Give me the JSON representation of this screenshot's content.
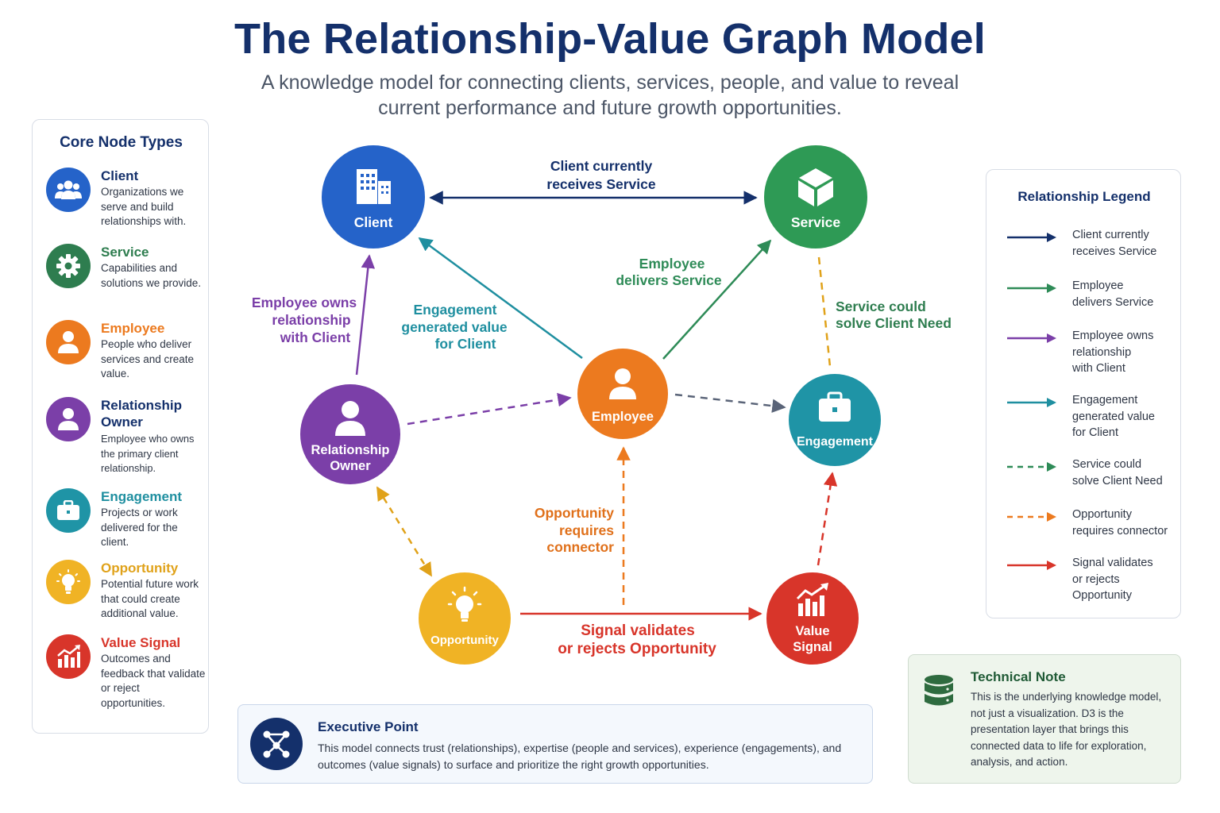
{
  "header": {
    "title": "The Relationship-Value Graph Model",
    "subtitle": "A knowledge model for connecting clients, services, people, and value to reveal current performance and future growth opportunities."
  },
  "core_panel": {
    "title": "Core Node Types",
    "items": [
      {
        "name": "Client",
        "desc": "Organizations we serve and build relationships with.",
        "color": "#2563c9",
        "icon": "people-icon"
      },
      {
        "name": "Service",
        "desc": "Capabilities and solutions we provide.",
        "color": "#2e7d4f",
        "icon": "gear-icon"
      },
      {
        "name": "Employee",
        "desc": "People who deliver services and create value.",
        "color": "#ec7a1f",
        "icon": "person-icon"
      },
      {
        "name": "Relationship Owner",
        "desc": "Employee who owns the primary client relationship.",
        "color": "#7b3fa8",
        "icon": "person-icon"
      },
      {
        "name": "Engagement",
        "desc": "Projects or work delivered for the client.",
        "color": "#1f94a6",
        "icon": "briefcase-icon"
      },
      {
        "name": "Opportunity",
        "desc": "Potential future work that could create additional value.",
        "color": "#e0a21a",
        "icon": "lightbulb-icon"
      },
      {
        "name": "Value Signal",
        "desc": "Outcomes and feedback that validate or reject opportunities.",
        "color": "#d8352a",
        "icon": "chart-icon"
      }
    ]
  },
  "nodes": {
    "client": {
      "label": "Client",
      "color": "#2563c9",
      "icon": "building-icon"
    },
    "service": {
      "label": "Service",
      "color": "#2e9a55",
      "icon": "cube-icon"
    },
    "employee": {
      "label": "Employee",
      "color": "#ec7a1f",
      "icon": "person-icon"
    },
    "relationship_owner": {
      "label1": "Relationship",
      "label2": "Owner",
      "color": "#7b3fa8",
      "icon": "person-icon"
    },
    "engagement": {
      "label": "Engagement",
      "color": "#1f94a6",
      "icon": "briefcase-icon"
    },
    "opportunity": {
      "label": "Opportunity",
      "color": "#f0b325",
      "icon": "lightbulb-icon"
    },
    "value_signal": {
      "label1": "Value",
      "label2": "Signal",
      "color": "#d8352a",
      "icon": "chart-icon"
    }
  },
  "edges": {
    "client_service": {
      "l1": "Client currently",
      "l2": "receives Service",
      "color": "#14306b"
    },
    "employee_service": {
      "l1": "Employee",
      "l2": "delivers Service",
      "color": "#2e8b57"
    },
    "owner_client": {
      "l1": "Employee owns",
      "l2": "relationship",
      "l3": "with Client",
      "color": "#7b3fa8"
    },
    "engagement_client": {
      "l1": "Engagement",
      "l2": "generated value",
      "l3": "for Client",
      "color": "#1f8fa0"
    },
    "service_engagement": {
      "l1": "Service could",
      "l2": "solve Client Need",
      "color": "#2e7d4f",
      "dash_color": "#e0a21a"
    },
    "opportunity_connector": {
      "l1": "Opportunity",
      "l2": "requires",
      "l3": "connector",
      "color": "#e0701a"
    },
    "signal_opportunity": {
      "l1": "Signal validates",
      "l2": "or rejects Opportunity",
      "color": "#d8352a"
    },
    "owner_employee_color": "#7b3fa8",
    "employee_engagement_color": "#5a6478",
    "owner_opportunity_color": "#e0a21a"
  },
  "legend": {
    "title": "Relationship Legend",
    "items": [
      {
        "lines": [
          "Client currently",
          "receives Service"
        ],
        "color": "#14306b",
        "dashed": false
      },
      {
        "lines": [
          "Employee",
          "delivers Service"
        ],
        "color": "#2e8b57",
        "dashed": false
      },
      {
        "lines": [
          "Employee owns",
          "relationship",
          "with Client"
        ],
        "color": "#7b3fa8",
        "dashed": false
      },
      {
        "lines": [
          "Engagement",
          "generated value",
          "for Client"
        ],
        "color": "#1f8fa0",
        "dashed": false
      },
      {
        "lines": [
          "Service could",
          "solve Client Need"
        ],
        "color": "#2e8b57",
        "dashed": true
      },
      {
        "lines": [
          "Opportunity",
          "requires connector"
        ],
        "color": "#ec7a1f",
        "dashed": true
      },
      {
        "lines": [
          "Signal validates",
          "or rejects",
          "Opportunity"
        ],
        "color": "#d8352a",
        "dashed": false
      }
    ]
  },
  "executive": {
    "title": "Executive Point",
    "text": "This model connects trust (relationships), expertise (people and services), experience (engagements), and outcomes (value signals) to surface and prioritize the right growth opportunities.",
    "icon": "network-icon"
  },
  "technical": {
    "title": "Technical Note",
    "text": "This is the underlying knowledge model, not just a visualization. D3 is the presentation layer that brings this connected data to life for exploration, analysis, and action.",
    "icon": "database-icon"
  }
}
